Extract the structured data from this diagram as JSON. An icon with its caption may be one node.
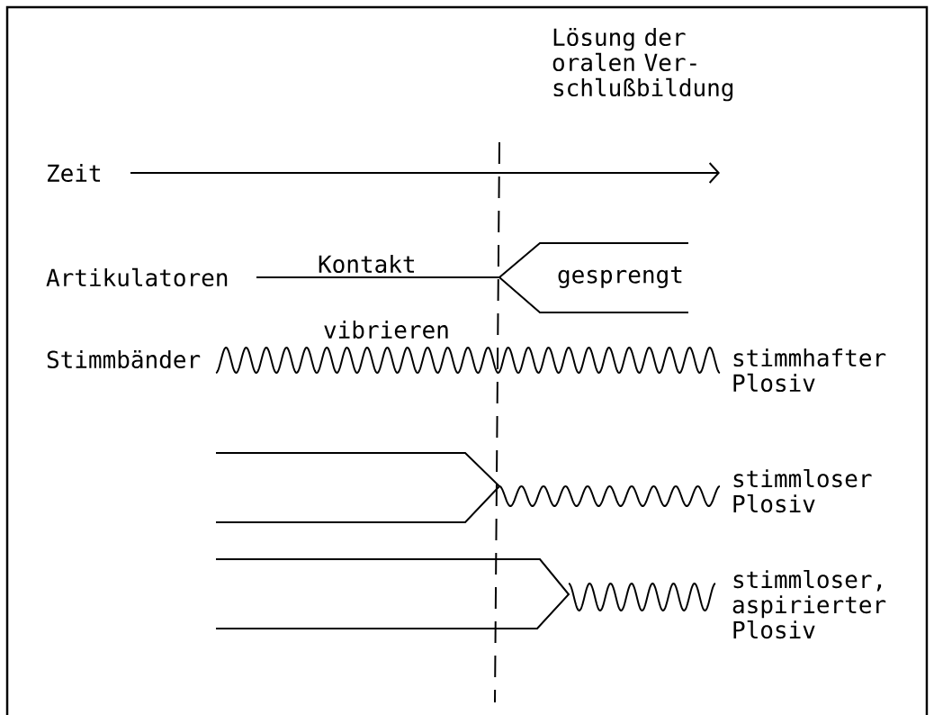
{
  "diagram": {
    "labels": [
      "Lösung der oralen Ver- schlußbildung",
      "Zeit",
      "Artikulatoren",
      "Kontakt",
      "gesprengt",
      "vibrieren",
      "Stimmbänder",
      "stimmhafter Plosiv",
      "stimmloser Plosiv",
      "stimmloser, aspirierter Plosiv"
    ]
  }
}
